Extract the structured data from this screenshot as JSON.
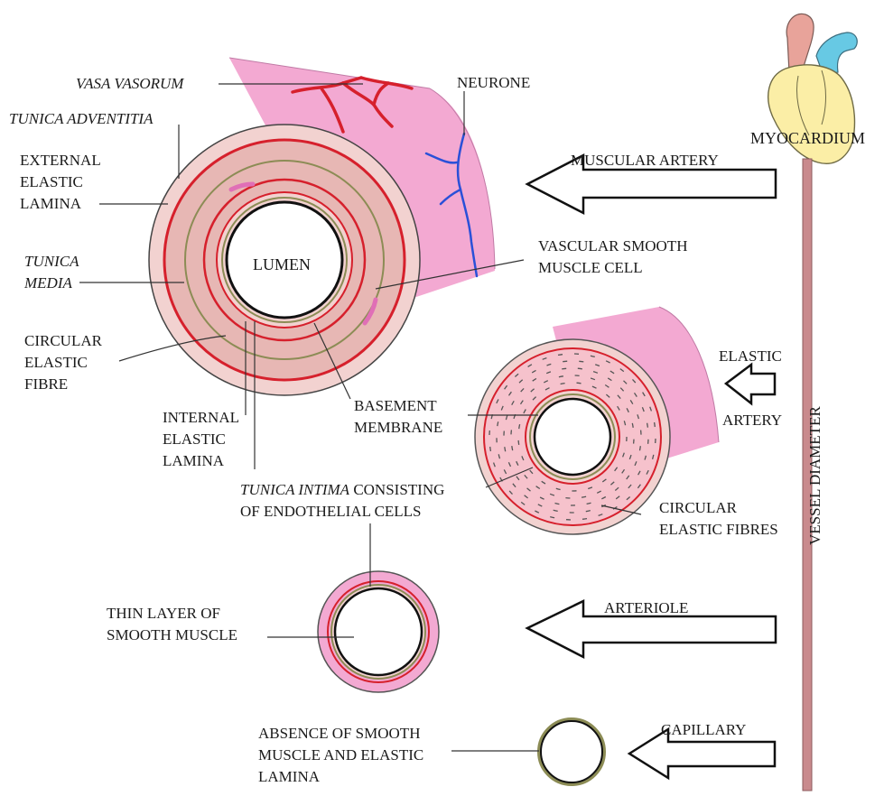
{
  "labels": {
    "vasa_vasorum": "VASA VASORUM",
    "neurone": "NEURONE",
    "tunica_adventitia": "TUNICA ADVENTITIA",
    "myocardium": "MYOCARDIUM",
    "external_elastic": [
      "EXTERNAL",
      "ELASTIC",
      "LAMINA"
    ],
    "muscular_artery": "MUSCULAR ARTERY",
    "tunica_media": [
      "TUNICA",
      "MEDIA"
    ],
    "lumen": "LUMEN",
    "vascular_smooth": [
      "VASCULAR SMOOTH",
      "MUSCLE CELL"
    ],
    "circular_elastic_fibre": [
      "CIRCULAR",
      "ELASTIC",
      "FIBRE"
    ],
    "elastic_artery": [
      "ELASTIC",
      "ARTERY"
    ],
    "internal_elastic": [
      "INTERNAL",
      "ELASTIC",
      "LAMINA"
    ],
    "basement_membrane": [
      "BASEMENT",
      "MEMBRANE"
    ],
    "vessel_diameter": "VESSEL DIAMETER",
    "tunica_intima_italic": "TUNICA INTIMA",
    "tunica_intima_rest": " CONSISTING",
    "endothelial": "OF ENDOTHELIAL CELLS",
    "circular_elastic_fibres": [
      "CIRCULAR",
      "ELASTIC FIBRES"
    ],
    "thin_layer": [
      "THIN LAYER OF",
      "SMOOTH MUSCLE"
    ],
    "arteriole": "ARTERIOLE",
    "absence": [
      "ABSENCE OF SMOOTH",
      "MUSCLE AND ELASTIC",
      "LAMINA"
    ],
    "capillary": "CAPILLARY"
  },
  "colors": {
    "vessel_pink": "#f3a9d2",
    "media_pink": "#e7b7b4",
    "intima_pink": "#f2d2d0",
    "elastic_red": "#d6202c",
    "olive": "#8c8c55",
    "nerve_blue": "#2a50d8",
    "heart_yellow": "#fbeea6",
    "aorta_pink": "#e8a39a",
    "vein_blue": "#67c9e4",
    "diameter_bar": "#c98a8d"
  }
}
